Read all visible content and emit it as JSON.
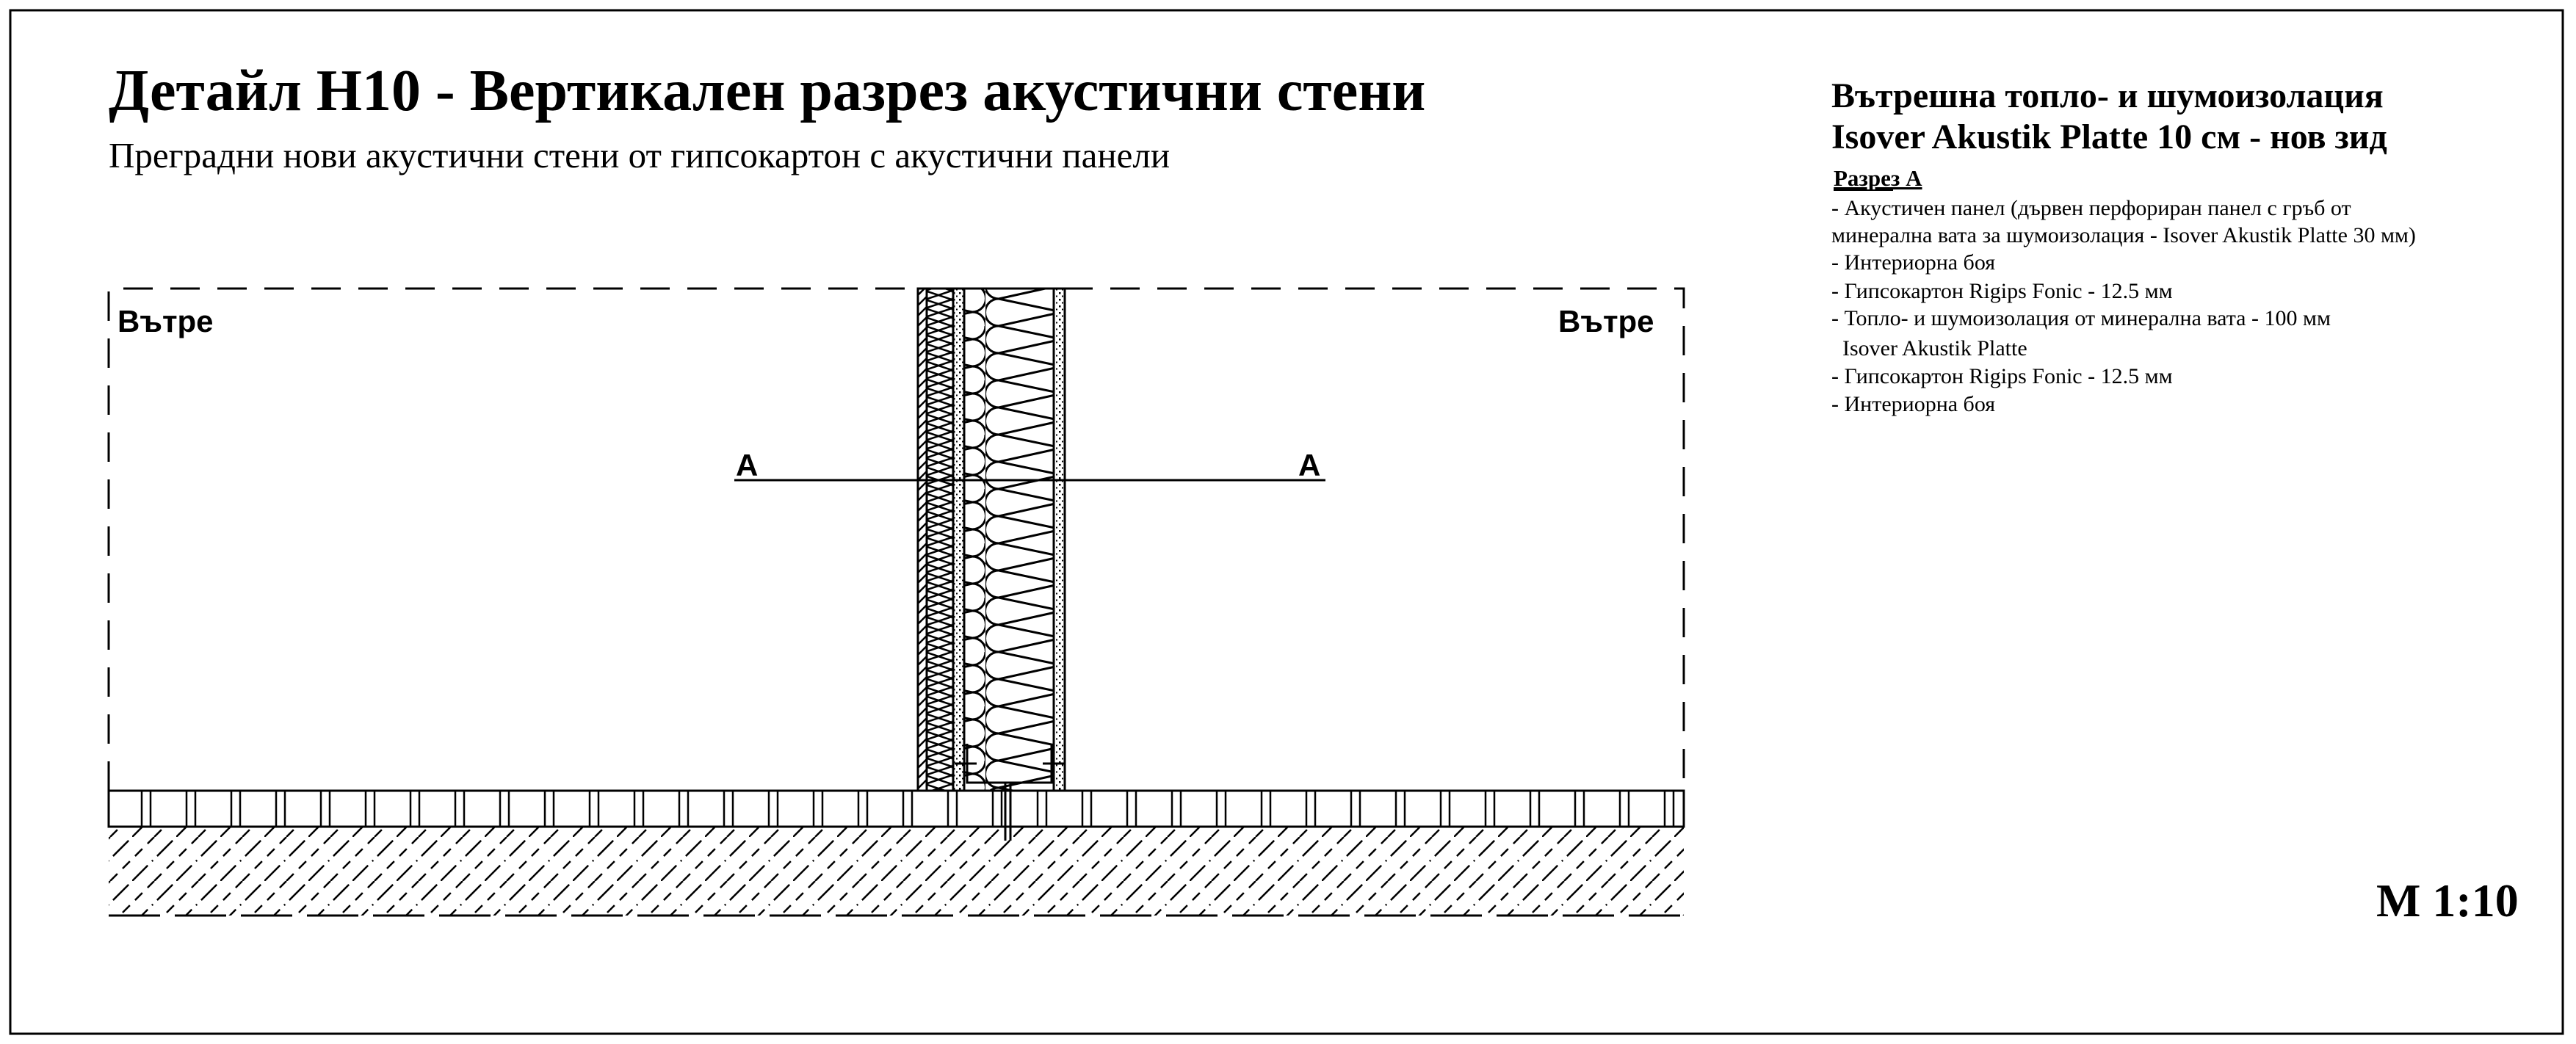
{
  "header": {
    "title": "Детайл Н10 - Вертикален разрез акустични стени",
    "subtitle": "Преградни нови акустични стени от гипсокартон с акустични панели"
  },
  "drawing": {
    "room_left": "Вътре",
    "room_right": "Вътре",
    "section_left": "A",
    "section_right": "A"
  },
  "legend": {
    "title_line1": "Вътрешна топло- и шумоизолация",
    "title_line2": "Isover Akustik Platte 10 см - нов зид",
    "section_heading": "Разрез А",
    "lines": [
      "- Акустичен панел (дървен перфориран панел с гръб от",
      "минерална вата за шумоизолация - Isover Akustik Platte 30 мм)",
      "- Интериорна боя",
      "- Гипсокартон Rigips Fonic  - 12.5 мм",
      "- Топло- и шумоизолация от минерална вата - 100 мм",
      "  Isover Akustik Platte",
      "- Гипсокартон Rigips Fonic  - 12.5 мм",
      "- Интериорна боя"
    ]
  },
  "scale": "M 1:10"
}
